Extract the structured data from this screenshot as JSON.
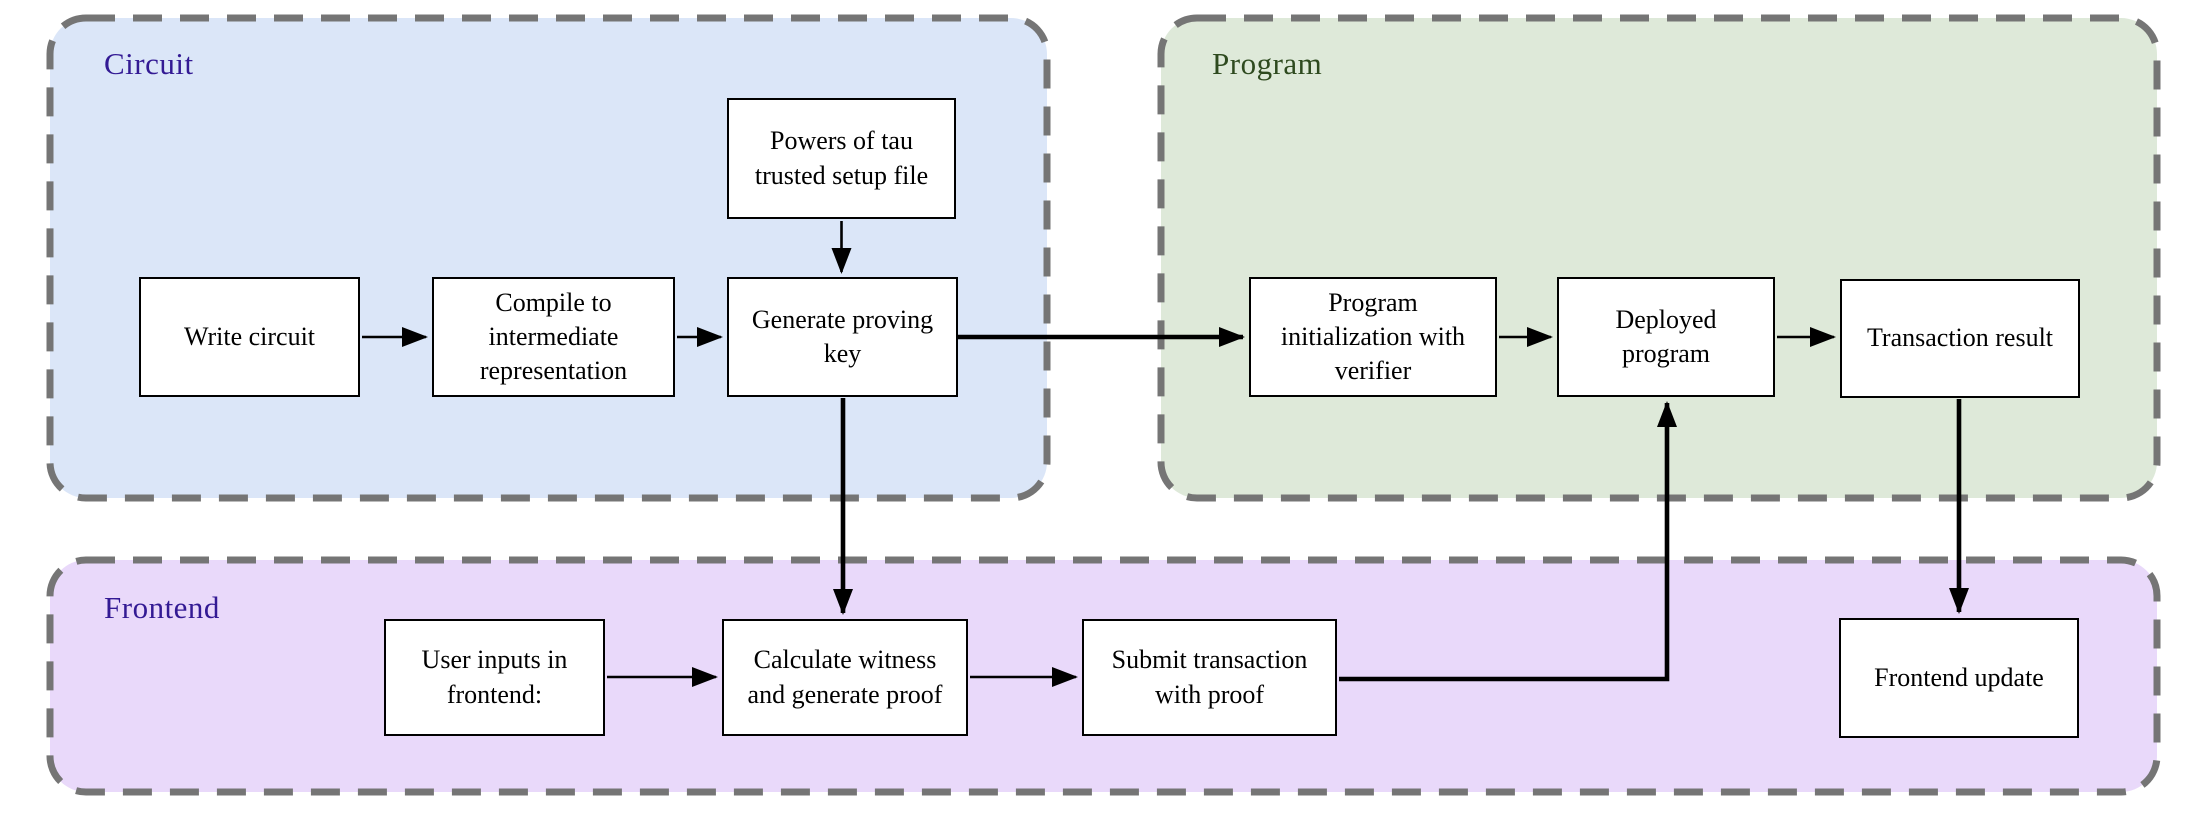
{
  "diagram": {
    "type": "flowchart",
    "background_color": "#ffffff",
    "outline_color": "#757575",
    "node_fill": "#ffffff",
    "node_border_color": "#000000",
    "arrow_color": "#000000",
    "containers": [
      {
        "id": "circuit",
        "label": "Circuit",
        "fill": "#dbe6f8",
        "label_color": "#331a94"
      },
      {
        "id": "program",
        "label": "Program",
        "fill": "#dee9d9",
        "label_color": "#2e4a1f"
      },
      {
        "id": "frontend",
        "label": "Frontend",
        "fill": "#e9d9fa",
        "label_color": "#331a94"
      }
    ],
    "nodes": {
      "write_circuit": {
        "label": "Write circuit",
        "container": "circuit"
      },
      "compile": {
        "label": "Compile to intermediate representation",
        "container": "circuit"
      },
      "powers_of_tau": {
        "label": "Powers of tau trusted setup file",
        "container": "circuit"
      },
      "generate_proving_key": {
        "label": "Generate proving key",
        "container": "circuit"
      },
      "program_init": {
        "label": "Program initialization with verifier",
        "container": "program"
      },
      "deployed_program": {
        "label": "Deployed program",
        "container": "program"
      },
      "transaction_result": {
        "label": "Transaction result",
        "container": "program"
      },
      "user_inputs": {
        "label": "User inputs in frontend:",
        "container": "frontend"
      },
      "calculate_witness": {
        "label": "Calculate witness and generate proof",
        "container": "frontend"
      },
      "submit_transaction": {
        "label": "Submit transaction with proof",
        "container": "frontend"
      },
      "frontend_update": {
        "label": "Frontend update",
        "container": "frontend"
      }
    },
    "edges": [
      {
        "from": "write_circuit",
        "to": "compile",
        "weight": "thin"
      },
      {
        "from": "compile",
        "to": "generate_proving_key",
        "weight": "thin"
      },
      {
        "from": "powers_of_tau",
        "to": "generate_proving_key",
        "weight": "thin"
      },
      {
        "from": "generate_proving_key",
        "to": "program_init",
        "weight": "thick"
      },
      {
        "from": "generate_proving_key",
        "to": "calculate_witness",
        "weight": "thick"
      },
      {
        "from": "program_init",
        "to": "deployed_program",
        "weight": "thin"
      },
      {
        "from": "deployed_program",
        "to": "transaction_result",
        "weight": "thin"
      },
      {
        "from": "user_inputs",
        "to": "calculate_witness",
        "weight": "thin"
      },
      {
        "from": "calculate_witness",
        "to": "submit_transaction",
        "weight": "thin"
      },
      {
        "from": "submit_transaction",
        "to": "deployed_program",
        "weight": "thick"
      },
      {
        "from": "transaction_result",
        "to": "frontend_update",
        "weight": "thick"
      }
    ]
  }
}
